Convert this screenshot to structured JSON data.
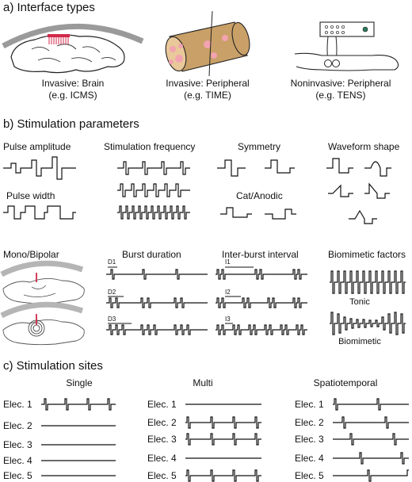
{
  "section_a": {
    "title": "a) Interface types",
    "items": [
      {
        "line1": "Invasive: Brain",
        "line2": "(e.g. ICMS)"
      },
      {
        "line1": "Invasive: Peripheral",
        "line2": "(e.g. TIME)"
      },
      {
        "line1": "Noninvasive: Peripheral",
        "line2": "(e.g. TENS)"
      }
    ]
  },
  "section_b": {
    "title": "b) Stimulation parameters",
    "pulse_amplitude": "Pulse amplitude",
    "pulse_width": "Pulse width",
    "stimulation_frequency": "Stimulation frequency",
    "symmetry": "Symmetry",
    "cat_anodic": "Cat/Anodic",
    "waveform_shape": "Waveform shape",
    "mono_bipolar": "Mono/Bipolar",
    "burst_duration": "Burst duration",
    "inter_burst_interval": "Inter-burst interval",
    "biomimetic_factors": "Biomimetic factors",
    "duration_tags": [
      "D1",
      "D2",
      "D3"
    ],
    "interval_tags": [
      "I1",
      "I2",
      "I3"
    ],
    "tonic": "Tonic",
    "biomimetic": "Biomimetic"
  },
  "section_c": {
    "title": "c) Stimulation sites",
    "columns": [
      "Single",
      "Multi",
      "Spatiotemporal"
    ],
    "electrodes": [
      "Elec. 1",
      "Elec. 2",
      "Elec. 3",
      "Elec. 4",
      "Elec. 5"
    ]
  }
}
